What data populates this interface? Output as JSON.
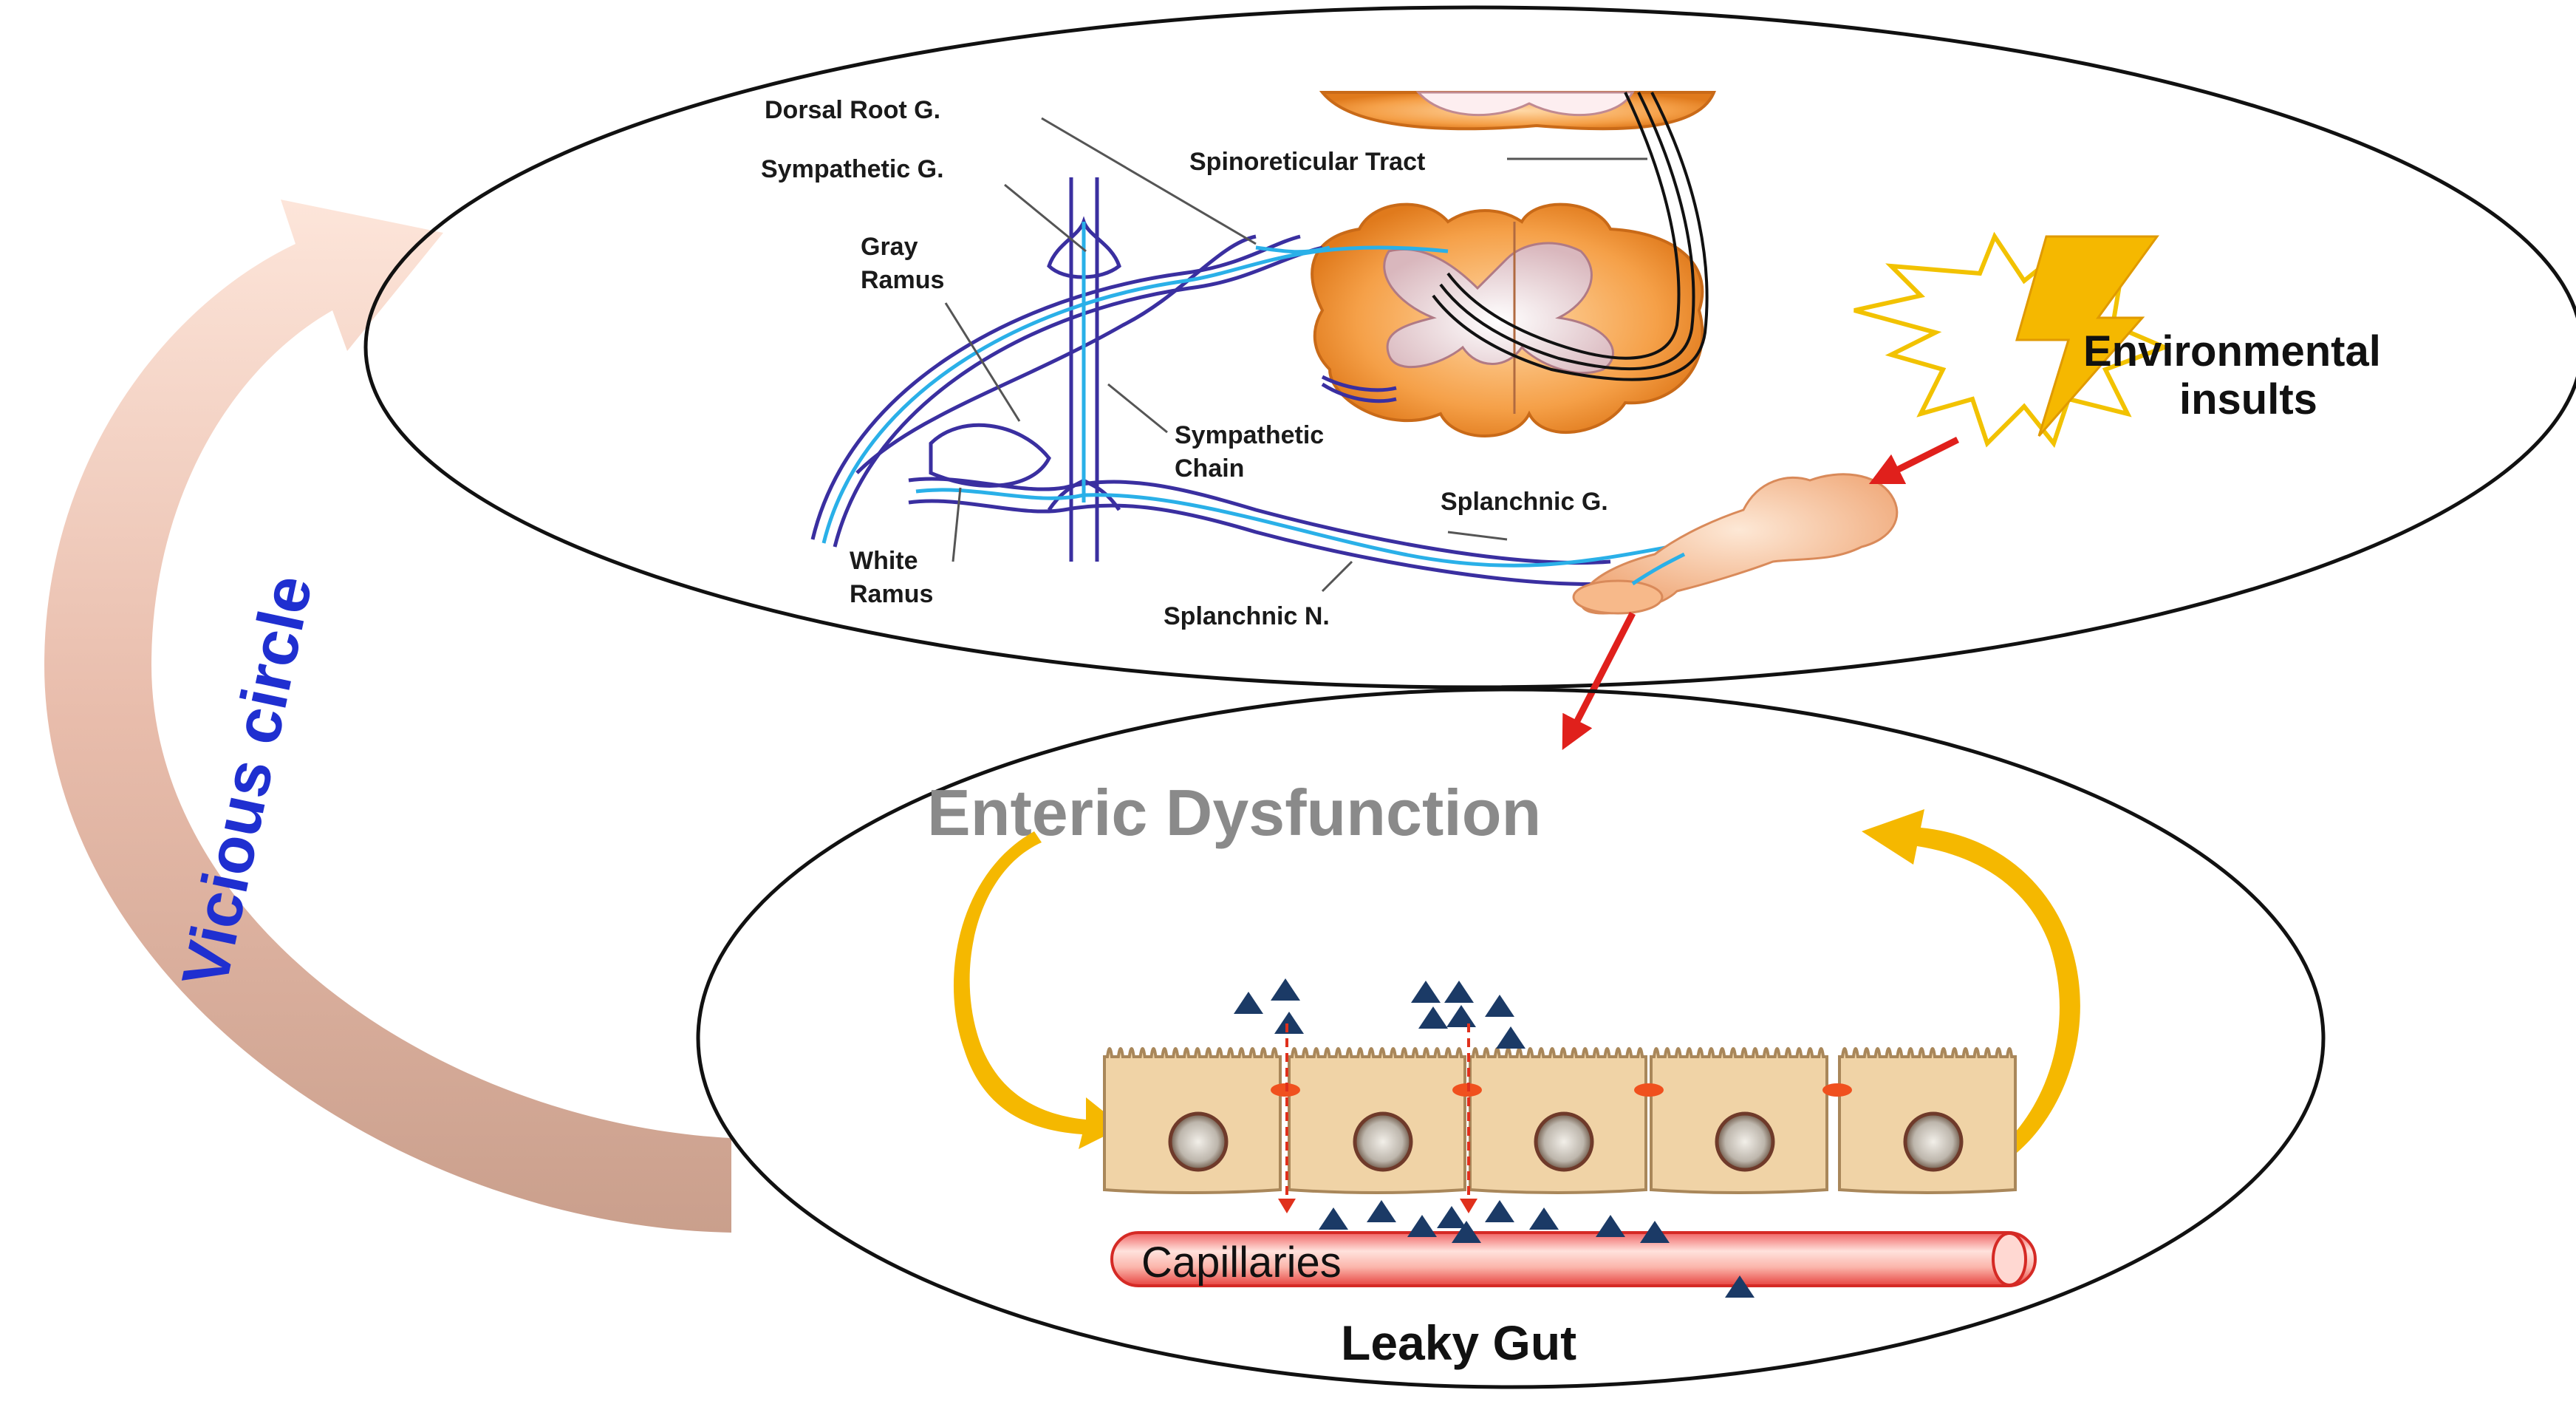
{
  "vicious_circle": "Vicious circle",
  "nervous_system": {
    "dorsal_root": "Dorsal Root G.",
    "sympathetic_g": "Sympathetic G.",
    "gray_ramus_1": "Gray",
    "gray_ramus_2": "Ramus",
    "spinoreticular": "Spinoreticular  Tract",
    "sympathetic_chain_1": "Sympathetic",
    "sympathetic_chain_2": "Chain",
    "white_ramus_1": "White",
    "white_ramus_2": "Ramus",
    "splanchnic_g": "Splanchnic G.",
    "splanchnic_n": "Splanchnic N."
  },
  "environmental_1": "Environmental",
  "environmental_2": "insults",
  "enteric_dysfunction": "Enteric Dysfunction",
  "capillaries": "Capillaries",
  "leaky_gut": "Leaky Gut",
  "colors": {
    "nerve_dark": "#3a2fa0",
    "nerve_light": "#2ab0e8",
    "spinal_orange": "#f39a3a",
    "cell_fill": "#f0d3a6",
    "triangle": "#1b3a66",
    "arrow_red": "#e0201c",
    "arrow_gold": "#f5b800",
    "vicious_text": "#1f2fd0"
  }
}
